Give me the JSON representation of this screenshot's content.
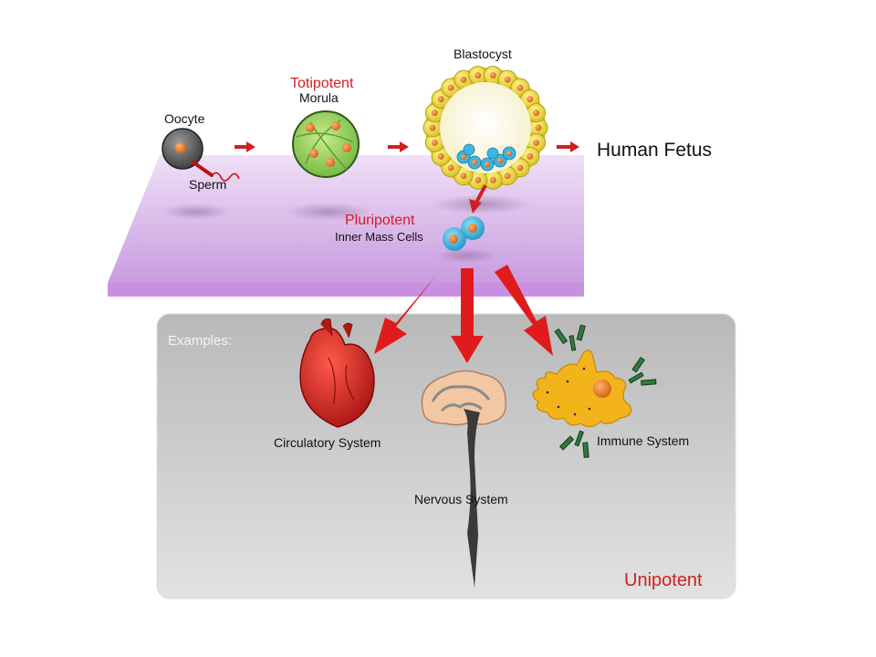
{
  "stages": {
    "oocyte": "Oocyte",
    "sperm": "Sperm",
    "totipotent": "Totipotent",
    "morula": "Morula",
    "blastocyst": "Blastocyst",
    "human_fetus": "Human Fetus",
    "pluripotent": "Pluripotent",
    "inner_mass": "Inner Mass Cells"
  },
  "examples_panel": {
    "heading": "Examples:",
    "circulatory": "Circulatory System",
    "nervous": "Nervous System",
    "immune": "Immune System",
    "unipotent": "Unipotent"
  },
  "colors": {
    "accent_red": "#d11f1f",
    "platform": "#d9b6ea",
    "panel": "#c8c8c8",
    "morula": "#8fd14f",
    "blastocyst": "#f2e23a",
    "nucleus": "#e8731e",
    "inner_cell": "#3bb6e0",
    "heart": "#d01f1f",
    "immune_cell": "#f3b31a",
    "antibody": "#2f7a3f"
  },
  "icons": [
    "right-arrow-icon",
    "down-arrow-icon",
    "heart-icon",
    "brain-icon",
    "immune-cell-icon",
    "antibody-icon"
  ]
}
